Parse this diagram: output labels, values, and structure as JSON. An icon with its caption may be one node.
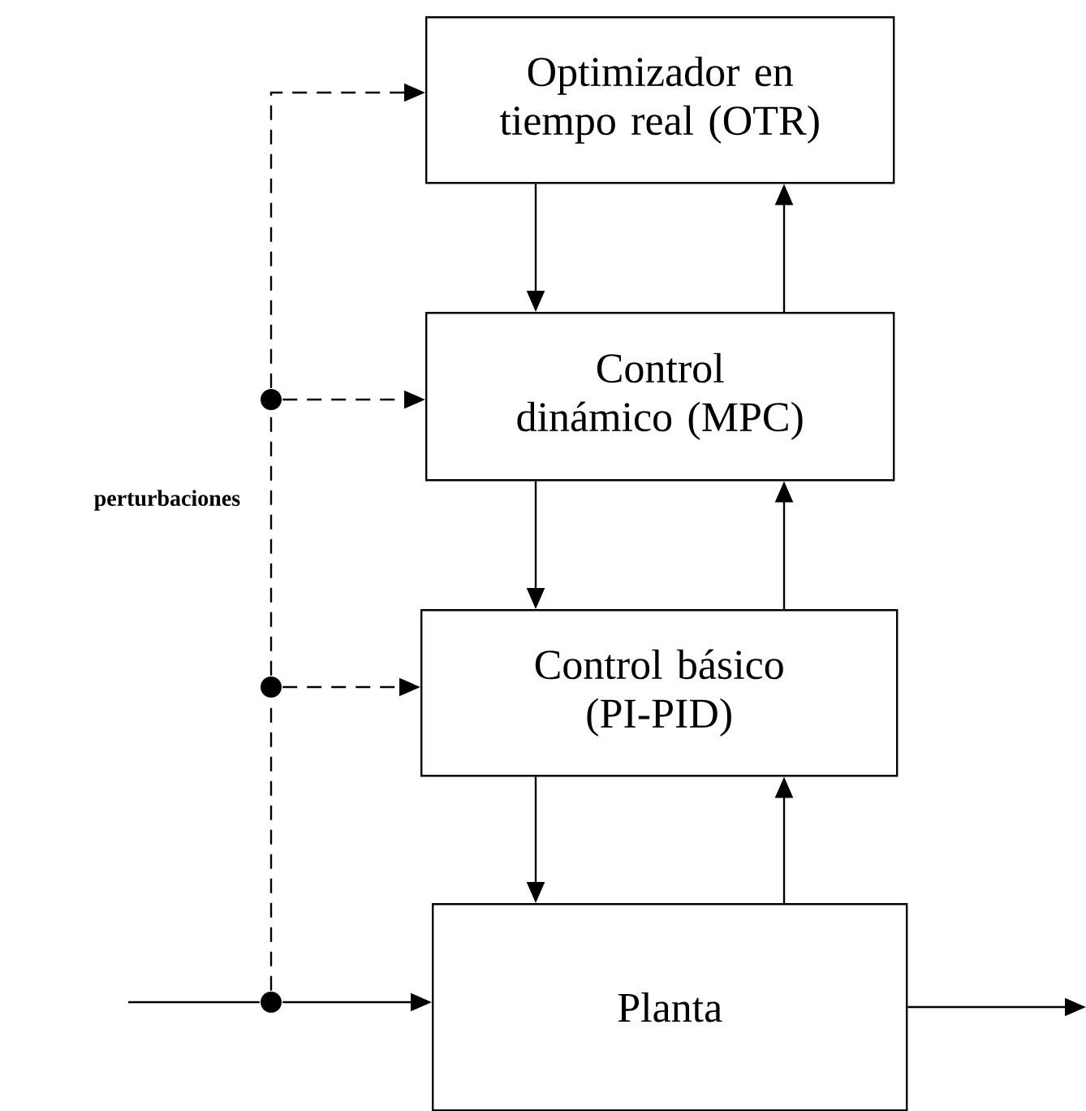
{
  "diagram": {
    "nodes": [
      {
        "text": [
          "Optimizador en tiempo real (OTR)"
        ]
      },
      {
        "text": [
          "Control dinámico  (MPC)"
        ]
      },
      {
        "text": [
          "Control básico (PI-PID)"
        ]
      },
      {
        "text": [
          "Planta"
        ]
      },
      {
        "text": [],
        "shape": "circle"
      },
      {
        "text": [],
        "shape": "circle"
      },
      {
        "text": [],
        "shape": "circle"
      }
    ],
    "edges": [
      {
        "from": 0,
        "to": 1,
        "arrow": "to"
      },
      {
        "from": 1,
        "to": 0,
        "arrow": "to"
      },
      {
        "from": 1,
        "to": 2,
        "arrow": "to"
      },
      {
        "from": 2,
        "to": 1,
        "arrow": "to"
      },
      {
        "from": 2,
        "to": 3,
        "arrow": "to"
      },
      {
        "from": 3,
        "to": 2,
        "arrow": "to"
      },
      {
        "from": null,
        "to": 6,
        "arrow": "none"
      },
      {
        "from": 6,
        "to": 3,
        "arrow": "to"
      },
      {
        "from": 3,
        "to": null,
        "arrow": "to"
      },
      {
        "from": 6,
        "to": 5,
        "arrow": "none",
        "style": "dashed"
      },
      {
        "from": 5,
        "to": 4,
        "arrow": "none",
        "style": "dashed"
      },
      {
        "from": 4,
        "to": 0,
        "arrow": "to",
        "style": "dashed"
      },
      {
        "from": 4,
        "to": 1,
        "arrow": "to",
        "style": "dashed"
      },
      {
        "from": 5,
        "to": 2,
        "arrow": "to",
        "style": "dashed"
      }
    ],
    "labels": [
      "perturbaciones"
    ]
  }
}
